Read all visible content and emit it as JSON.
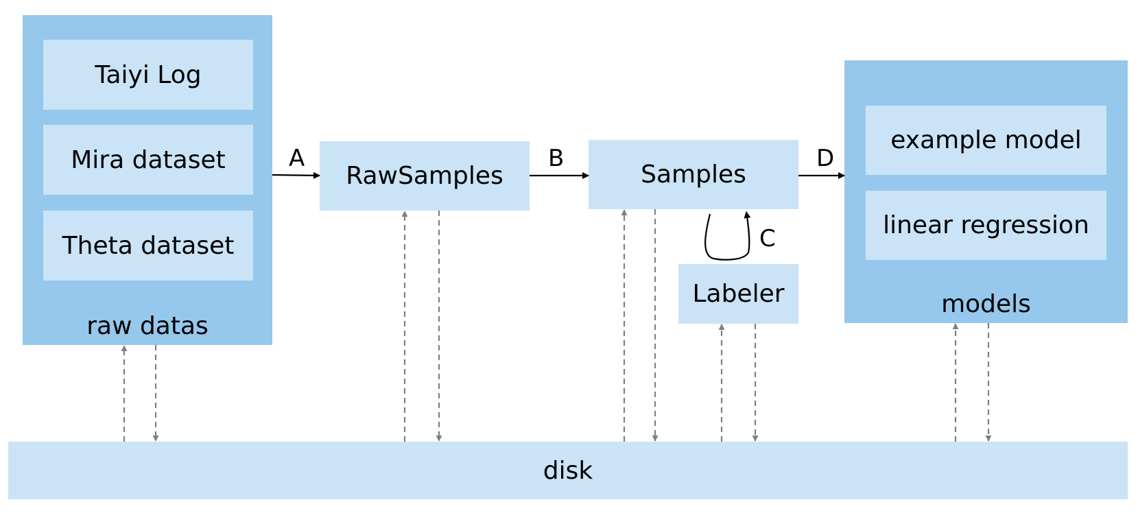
{
  "raw_datas": {
    "label": "raw datas",
    "items": [
      "Taiyi Log",
      "Mira dataset",
      "Theta dataset"
    ]
  },
  "raw_samples": {
    "label": "RawSamples"
  },
  "samples": {
    "label": "Samples"
  },
  "labeler": {
    "label": "Labeler"
  },
  "models": {
    "label": "models",
    "items": [
      "example model",
      "linear regression"
    ]
  },
  "disk": {
    "label": "disk"
  },
  "edges": {
    "a": "A",
    "b": "B",
    "c": "C",
    "d": "D"
  },
  "colors": {
    "container": "#95c8ec",
    "box": "#cae3f6",
    "arrow": "#000000",
    "dashed_arrow": "#7f7f7f"
  }
}
